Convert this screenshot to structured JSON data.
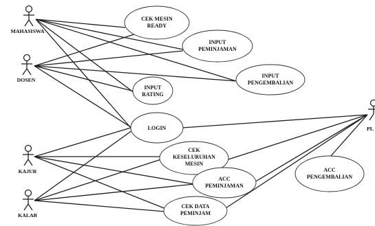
{
  "actors": [
    {
      "id": "mahasiswa",
      "label": "MAHASISWA"
    },
    {
      "id": "dosen",
      "label": "DOSEN"
    },
    {
      "id": "kajur",
      "label": "KAJUR"
    },
    {
      "id": "kalab",
      "label": "KALAB"
    },
    {
      "id": "plp",
      "label": "PL"
    }
  ],
  "use_cases": [
    {
      "id": "cek_mesin_ready",
      "lines": [
        "CEK MESIN",
        "READY"
      ]
    },
    {
      "id": "input_peminjaman",
      "lines": [
        "INPUT",
        "PEMINJAMAN"
      ]
    },
    {
      "id": "input_pengembalian",
      "lines": [
        "INPUT",
        "PENGEMBALIAN"
      ]
    },
    {
      "id": "input_rating",
      "lines": [
        "INPUT",
        "RATING"
      ]
    },
    {
      "id": "login",
      "lines": [
        "LOGIN"
      ]
    },
    {
      "id": "cek_keseluruhan_mesin",
      "lines": [
        "CEK",
        "KESELURUHAN",
        "MESIN"
      ]
    },
    {
      "id": "acc_peminjaman",
      "lines": [
        "ACC",
        "PEMINJAMAN"
      ]
    },
    {
      "id": "acc_pengembalian",
      "lines": [
        "ACC",
        "PENGEMBALIAN"
      ]
    },
    {
      "id": "cek_data_peminjam",
      "lines": [
        "CEK DATA",
        "PEMINJAM"
      ]
    }
  ],
  "associations": [
    [
      "mahasiswa",
      "cek_mesin_ready"
    ],
    [
      "mahasiswa",
      "input_peminjaman"
    ],
    [
      "mahasiswa",
      "input_pengembalian"
    ],
    [
      "mahasiswa",
      "input_rating"
    ],
    [
      "mahasiswa",
      "login"
    ],
    [
      "dosen",
      "cek_mesin_ready"
    ],
    [
      "dosen",
      "input_peminjaman"
    ],
    [
      "dosen",
      "input_pengembalian"
    ],
    [
      "dosen",
      "input_rating"
    ],
    [
      "dosen",
      "login"
    ],
    [
      "kajur",
      "login"
    ],
    [
      "kajur",
      "cek_keseluruhan_mesin"
    ],
    [
      "kajur",
      "acc_peminjaman"
    ],
    [
      "kajur",
      "cek_data_peminjam"
    ],
    [
      "kalab",
      "login"
    ],
    [
      "kalab",
      "cek_keseluruhan_mesin"
    ],
    [
      "kalab",
      "acc_peminjaman"
    ],
    [
      "kalab",
      "cek_data_peminjam"
    ],
    [
      "plp",
      "login"
    ],
    [
      "plp",
      "cek_keseluruhan_mesin"
    ],
    [
      "plp",
      "acc_peminjaman"
    ],
    [
      "plp",
      "acc_pengembalian"
    ],
    [
      "plp",
      "cek_data_peminjam"
    ]
  ]
}
